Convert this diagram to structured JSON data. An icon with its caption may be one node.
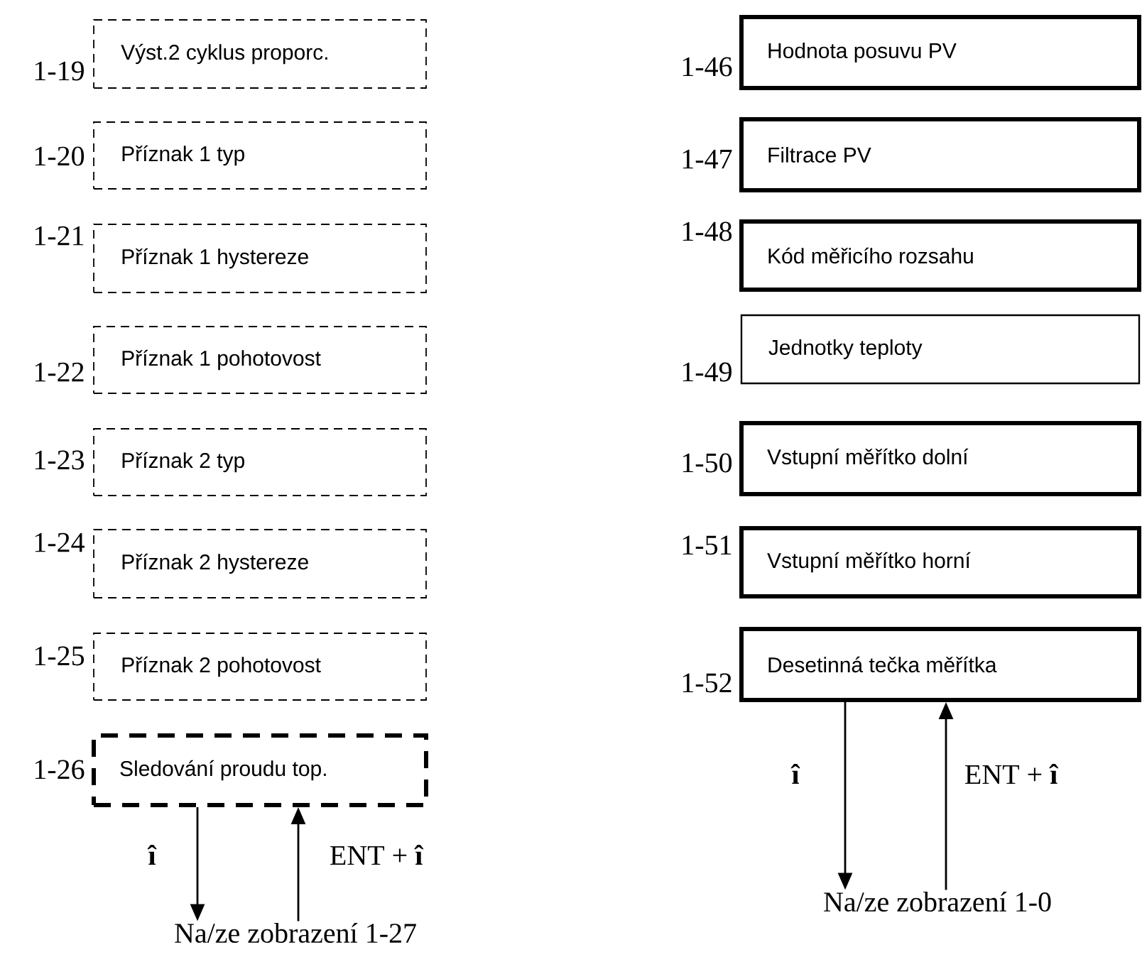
{
  "diagram": {
    "nodes": [
      {
        "text": [
          "Výst.2 cyklus proporc."
        ],
        "beside": [
          "1-19"
        ]
      },
      {
        "text": [
          "Příznak 1 typ"
        ],
        "beside": [
          "1-20"
        ]
      },
      {
        "text": [
          "Příznak 1 hystereze"
        ],
        "beside": [
          "1-21"
        ]
      },
      {
        "text": [
          "Příznak 1 pohotovost"
        ],
        "beside": [
          "1-22"
        ]
      },
      {
        "text": [
          "Příznak 2 typ"
        ],
        "beside": [
          "1-23"
        ]
      },
      {
        "text": [
          "Příznak 2 hystereze"
        ],
        "beside": [
          "1-24"
        ]
      },
      {
        "text": [
          "Příznak 2 pohotovost"
        ],
        "beside": [
          "1-25"
        ]
      },
      {
        "text": [
          "Sledování proudu top."
        ],
        "beside": [
          "1-26"
        ]
      },
      {
        "text": [
          "Hodnota posuvu PV"
        ],
        "beside": [
          "1-46"
        ]
      },
      {
        "text": [
          "Filtrace PV"
        ],
        "beside": [
          "1-47"
        ]
      },
      {
        "text": [
          "Kód měřicího rozsahu"
        ],
        "beside": [
          "1-48"
        ]
      },
      {
        "text": [
          "Jednotky teploty"
        ],
        "beside": [
          "1-49"
        ]
      },
      {
        "text": [
          "Vstupní měřítko dolní"
        ],
        "beside": [
          "1-50"
        ]
      },
      {
        "text": [
          "Vstupní měřítko horní"
        ],
        "beside": [
          "1-51"
        ]
      },
      {
        "text": [
          "Desetinná tečka měřítka"
        ],
        "beside": [
          "1-52"
        ]
      },
      {
        "text": [
          "Na/ze zobrazení 1-27"
        ]
      },
      {
        "text": [
          "Na/ze zobrazení 1-0"
        ]
      }
    ],
    "edges": [
      {
        "from": 7,
        "to": 15,
        "arrow": "to",
        "label": "î"
      },
      {
        "from": 15,
        "to": 7,
        "arrow": "to",
        "label": "ENT + **î**"
      },
      {
        "from": 14,
        "to": 16,
        "arrow": "to",
        "label": "î"
      },
      {
        "from": 16,
        "to": 14,
        "arrow": "to",
        "label": "ENT + **î**"
      }
    ]
  }
}
